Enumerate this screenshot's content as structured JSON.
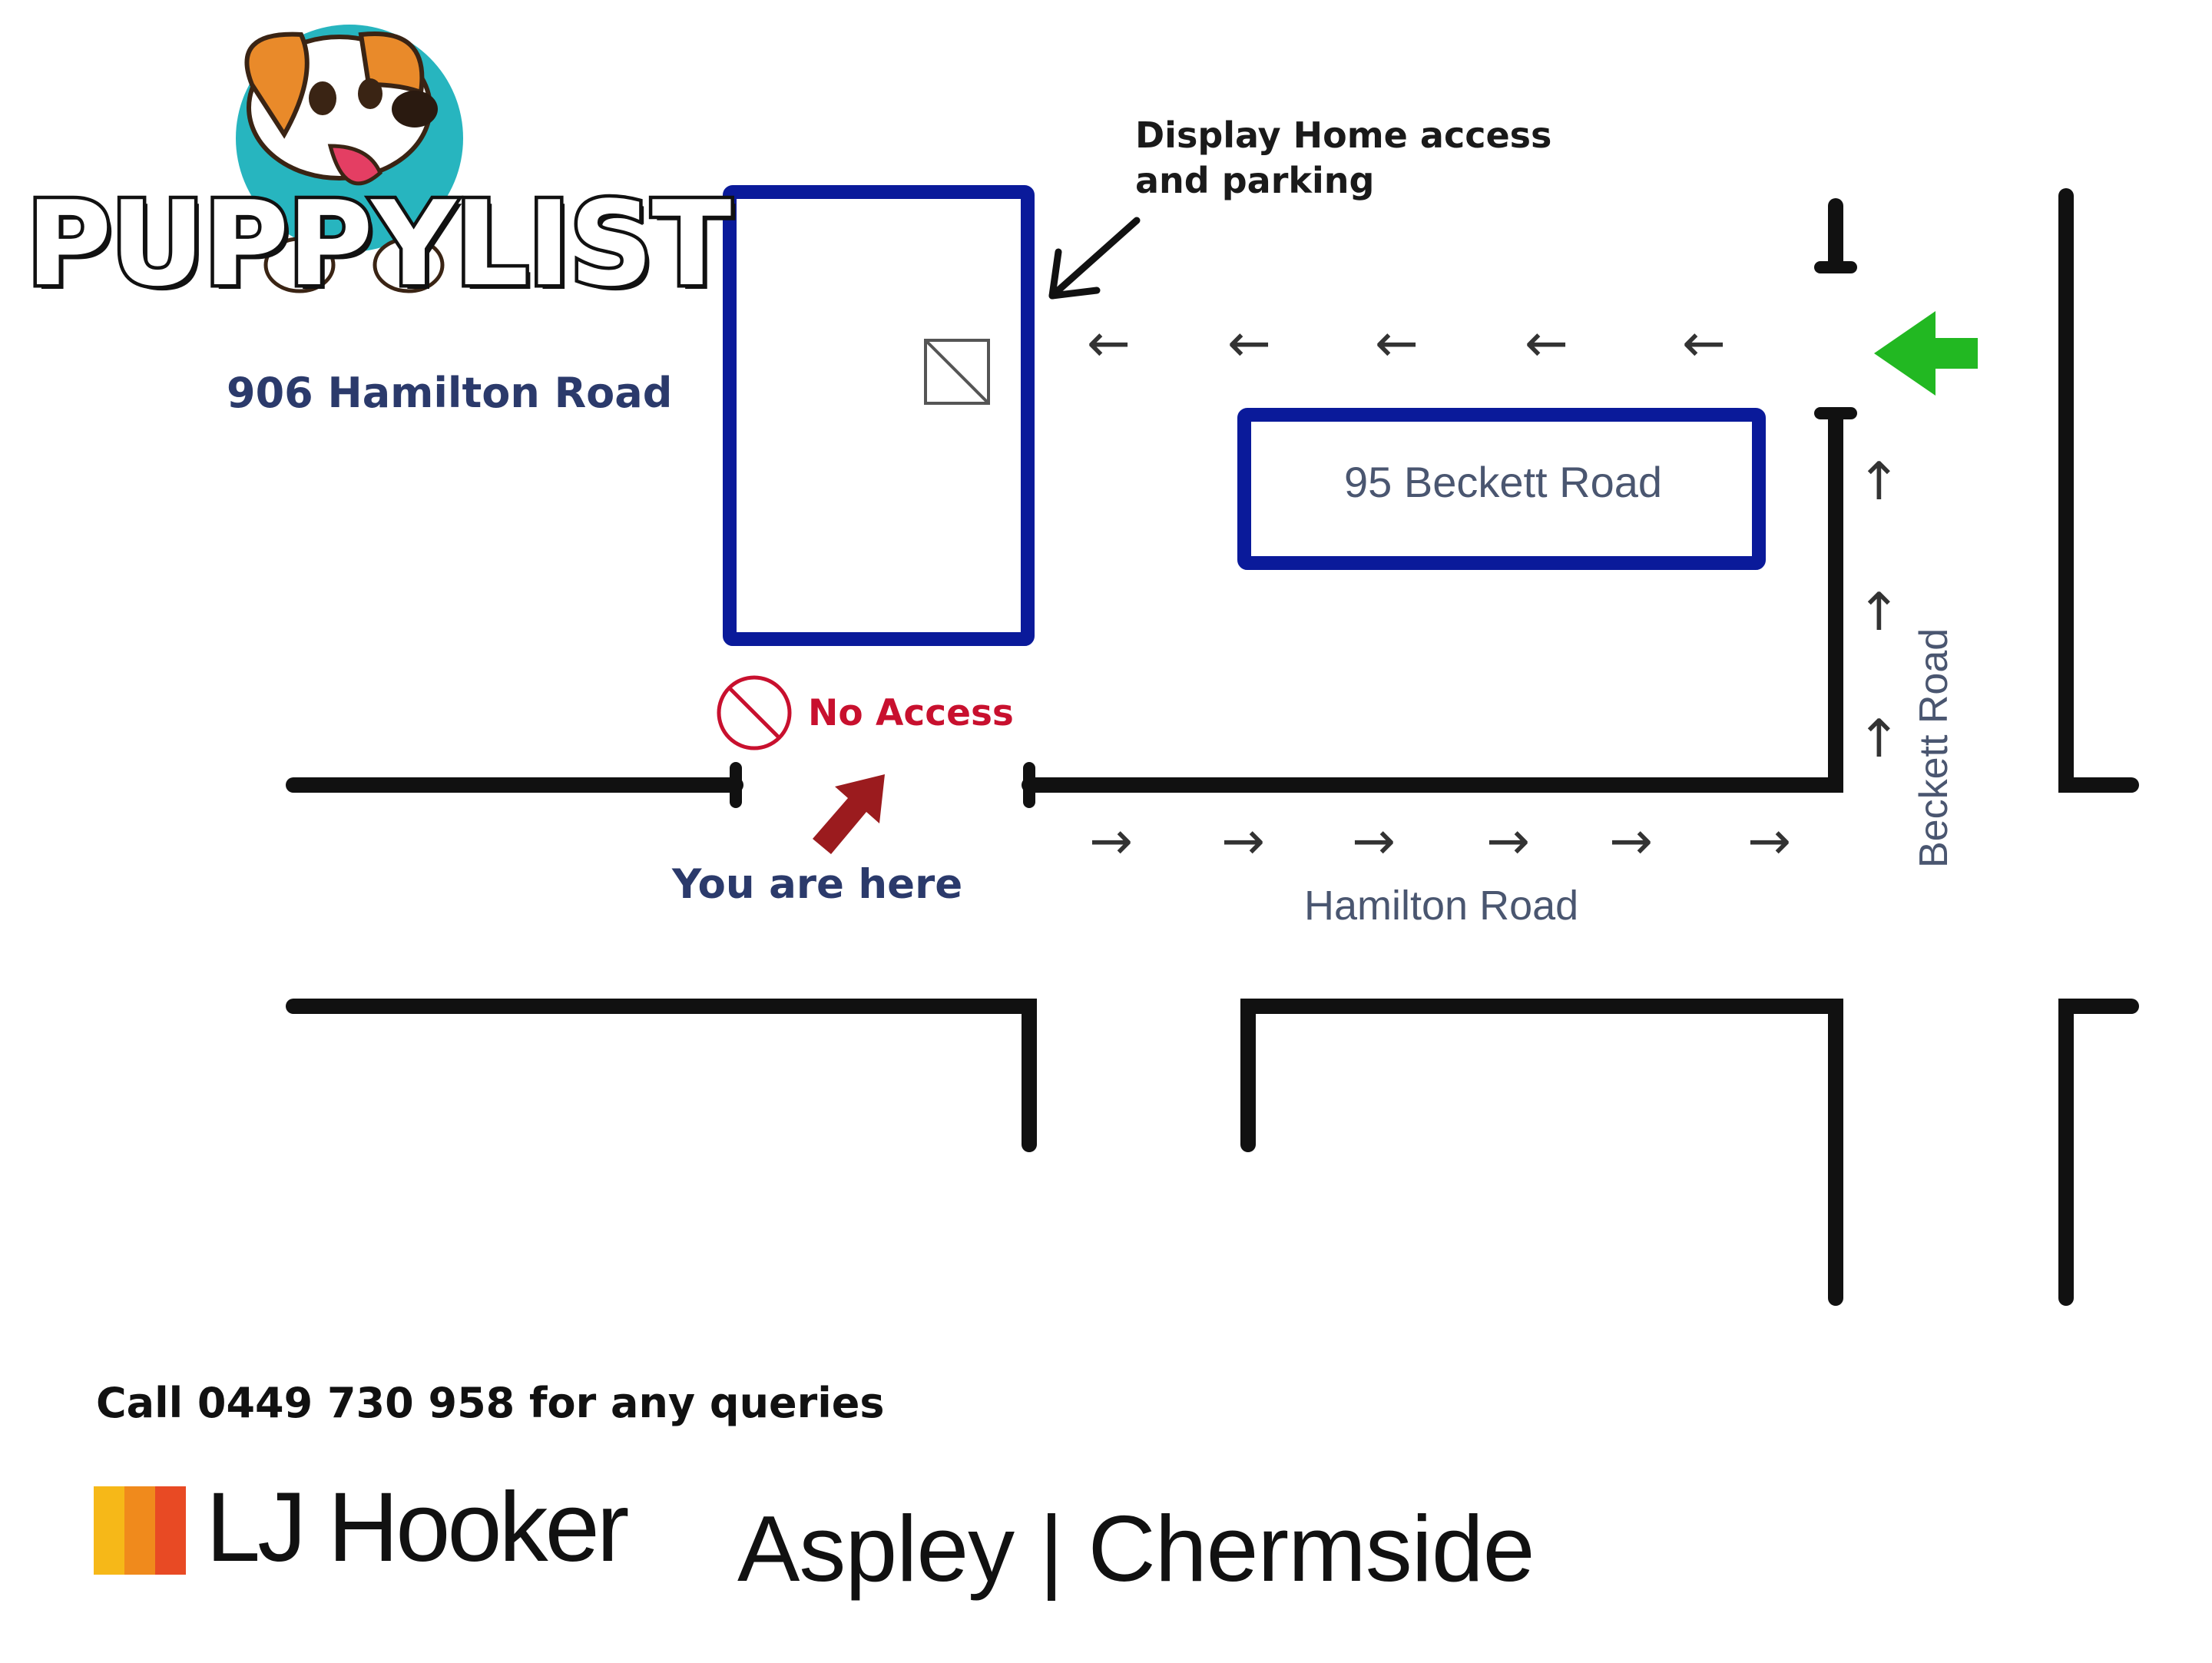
{
  "logo": {
    "text": "PUPPYLIST",
    "icon": "puppy-mascot-icon"
  },
  "map": {
    "callout_line1": "Display Home access",
    "callout_line2": "and parking",
    "property_left_label": "906 Hamilton Road",
    "property_right_label": "95 Beckett Road",
    "no_access_label": "No Access",
    "you_are_here_label": "You are here",
    "street_horizontal_label": "Hamilton Road",
    "street_vertical_label": "Beckett Road",
    "arrow_glyph_left": "←",
    "arrow_glyph_right": "→",
    "arrow_glyph_up": "↑"
  },
  "footer": {
    "call_text": "Call 0449 730 958 for any queries",
    "brand_text": "LJ Hooker",
    "office_text": "Aspley | Chermside"
  },
  "colors": {
    "property_outline": "#0a1a9a",
    "road": "#111111",
    "no_access_red": "#c8102e",
    "here_arrow": "#9b1b1e",
    "entry_arrow": "#22b822",
    "label_navy": "#2b3a6b",
    "logo_teal": "#27b5bf",
    "logo_orange": "#e98a2a",
    "brand_yellow": "#f6b818",
    "brand_red": "#e84a24"
  }
}
